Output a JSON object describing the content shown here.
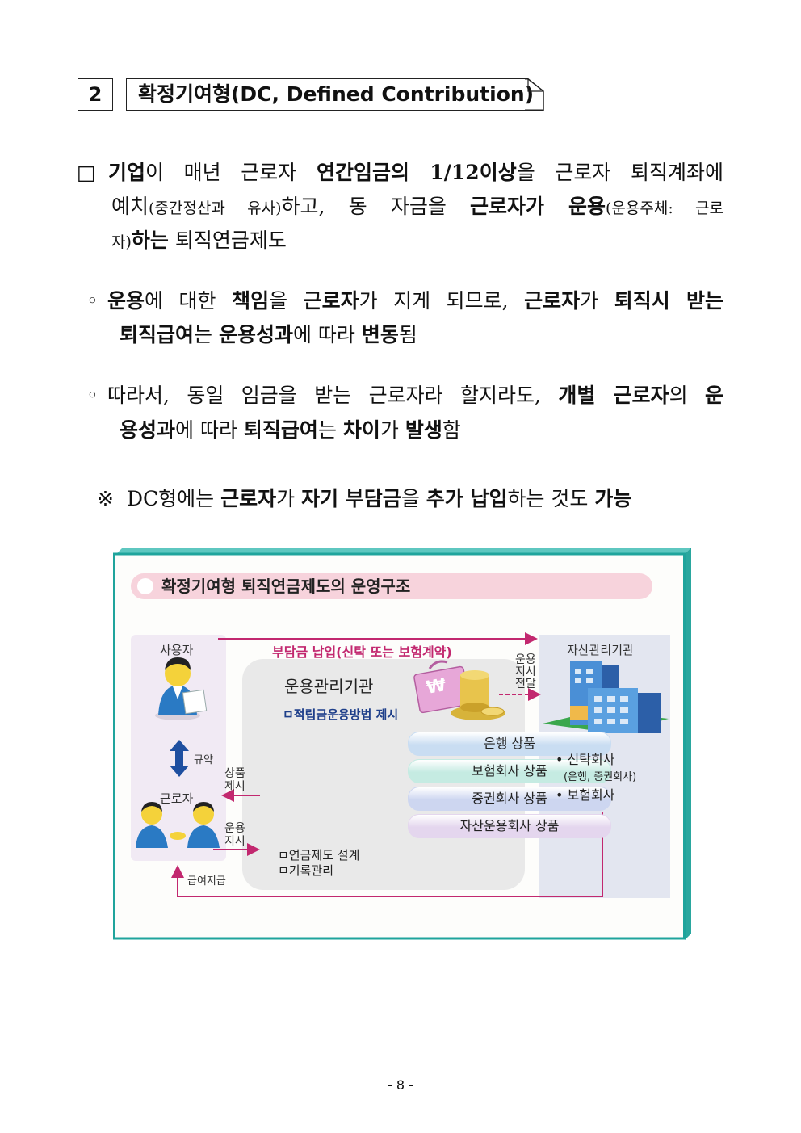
{
  "header": {
    "number": "2",
    "title": "확정기여형(DC, Defined Contribution)"
  },
  "main_bullet": {
    "marker": "□",
    "line1": [
      {
        "t": "기업",
        "b": true
      },
      {
        "t": "이 매년 근로자 "
      },
      {
        "t": "연간임금의 1/12이상",
        "b": true
      },
      {
        "t": "을 근로자 퇴직계좌에"
      }
    ],
    "line2": [
      {
        "t": "예치"
      },
      {
        "t": "(중간정산과 유사)",
        "s": true
      },
      {
        "t": "하고, 동 자금을 "
      },
      {
        "t": "근로자가 운용",
        "b": true
      },
      {
        "t": "(운용주체: 근로",
        "s": true
      }
    ],
    "line3": [
      {
        "t": "자)",
        "s": true
      },
      {
        "t": "하는",
        "b": true
      },
      {
        "t": " 퇴직연금제도"
      }
    ]
  },
  "sub1": {
    "marker": "◦",
    "line1": [
      {
        "t": "운용",
        "b": true
      },
      {
        "t": "에 대한 "
      },
      {
        "t": "책임",
        "b": true
      },
      {
        "t": "을 "
      },
      {
        "t": "근로자",
        "b": true
      },
      {
        "t": "가 지게 되므로, "
      },
      {
        "t": "근로자",
        "b": true
      },
      {
        "t": "가 "
      },
      {
        "t": "퇴직시 받는",
        "b": true
      }
    ],
    "line2": [
      {
        "t": "퇴직급여",
        "b": true
      },
      {
        "t": "는 "
      },
      {
        "t": "운용성과",
        "b": true
      },
      {
        "t": "에 따라 "
      },
      {
        "t": "변동",
        "b": true
      },
      {
        "t": "됨"
      }
    ]
  },
  "sub2": {
    "marker": "◦",
    "line1": [
      {
        "t": "따라서, 동일 임금을 받는 근로자라 할지라도, "
      },
      {
        "t": "개별 근로자",
        "b": true
      },
      {
        "t": "의 "
      },
      {
        "t": "운",
        "b": true
      }
    ],
    "line2": [
      {
        "t": "용성과",
        "b": true
      },
      {
        "t": "에 따라 "
      },
      {
        "t": "퇴직급여",
        "b": true
      },
      {
        "t": "는 "
      },
      {
        "t": "차이",
        "b": true
      },
      {
        "t": "가 "
      },
      {
        "t": "발생",
        "b": true
      },
      {
        "t": "함"
      }
    ]
  },
  "note": {
    "marker": "※",
    "line": [
      {
        "t": "DC형에는 "
      },
      {
        "t": "근로자",
        "b": true
      },
      {
        "t": "가 "
      },
      {
        "t": "자기 부담금",
        "b": true
      },
      {
        "t": "을 "
      },
      {
        "t": "추가 납입",
        "b": true
      },
      {
        "t": "하는 것도 "
      },
      {
        "t": "가능",
        "b": true
      }
    ]
  },
  "diagram": {
    "title": "확정기여형 퇴직연금제도의 운영구조",
    "employer": "사용자",
    "contribution": "부담금 납입(신탁 또는 보험계약)",
    "operation_org": "운용관리기관",
    "instruction_transfer": [
      "운용",
      "지시",
      "전달"
    ],
    "asset_org": "자산관리기관",
    "suggest_method": "ㅁ적립금운용방법 제시",
    "products": [
      "은행 상품",
      "보험회사 상품",
      "증권회사 상품",
      "자산운용회사 상품"
    ],
    "product_colors": [
      "#c9ddf2",
      "#c5ebe2",
      "#cdd6f0",
      "#e4d6ee"
    ],
    "agreement": "규약",
    "product_suggest": [
      "상품",
      "제시"
    ],
    "worker": "근로자",
    "operation_instruct": [
      "운용",
      "지시"
    ],
    "pension_design": "ㅁ연금제도 설계",
    "record_keeping": "ㅁ기록관리",
    "benefit_payment": "급여지급",
    "asset_types": [
      "• 신탁회사",
      "(은행, 증권회사)",
      "• 보험회사"
    ],
    "won_symbol": "₩"
  },
  "page_number": "- 8 -"
}
